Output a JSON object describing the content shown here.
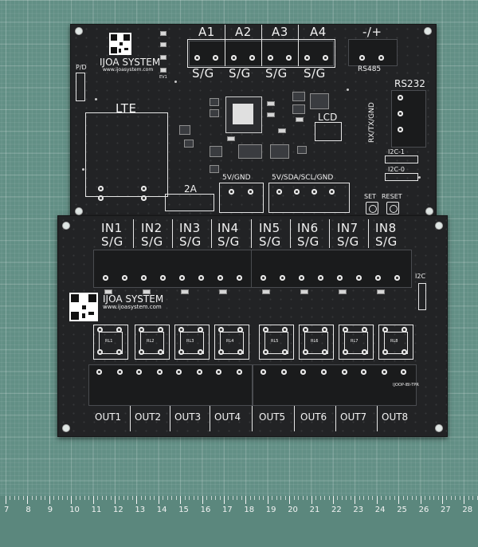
{
  "top_board": {
    "brand": "IJOA SYSTEM",
    "url": "www.ijoasystem.com",
    "pd": "P/D",
    "lte": "LTE",
    "analog": [
      "A1",
      "A2",
      "A3",
      "A4"
    ],
    "sg": "S/G",
    "power": "-/+",
    "rs485": "RS485",
    "rs232": "RS232",
    "rxtxgnd": "RX/TX/GND",
    "lcd": "LCD",
    "i2c1": "I2C-1",
    "i2c0": "I2C-0",
    "set": "SET",
    "reset": "RESET",
    "fuse": "2A",
    "v5gnd": "5V/GND",
    "v5sda": "5V/SDA/SCL/GND",
    "ev": "EV1"
  },
  "bottom_board": {
    "brand": "IJOA SYSTEM",
    "url": "www.ijoasystem.com",
    "inputs": [
      "IN1",
      "IN2",
      "IN3",
      "IN4",
      "IN5",
      "IN6",
      "IN7",
      "IN8"
    ],
    "sg": "S/G",
    "outputs": [
      "OUT1",
      "OUT2",
      "OUT3",
      "OUT4",
      "OUT5",
      "OUT6",
      "OUT7",
      "OUT8"
    ],
    "relays": [
      "RL1",
      "RL2",
      "RL3",
      "RL4",
      "RL5",
      "RL6",
      "RL7",
      "RL8"
    ],
    "i2c": "I2C",
    "version": "IJOOP-IBI-TPR"
  },
  "ruler": [
    "7",
    "8",
    "9",
    "10",
    "11",
    "12",
    "13",
    "14",
    "15",
    "16",
    "17",
    "18",
    "19",
    "20",
    "21",
    "22",
    "23",
    "24",
    "25",
    "26",
    "27",
    "28"
  ],
  "colors": {
    "pcb": "#222325",
    "mat": "#628f85",
    "silk": "#f2f2f2"
  }
}
